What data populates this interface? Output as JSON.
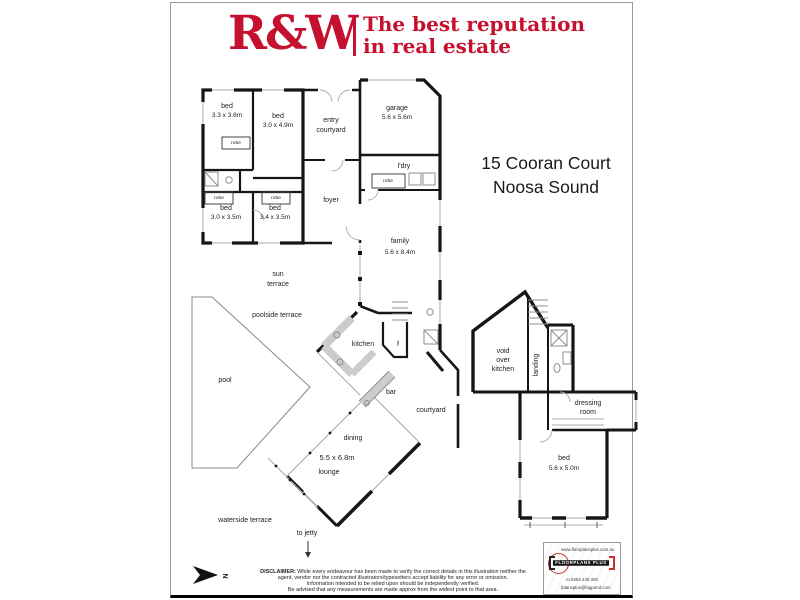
{
  "page": {
    "background": "#ffffff",
    "border_color": "#9a9a9a",
    "wall_color": "#161616"
  },
  "header": {
    "logo_text": "R&W",
    "tagline_line1": "The best reputation",
    "tagline_line2": "in real estate",
    "brand_red": "#c5112e"
  },
  "address": {
    "line1": "15 Cooran Court",
    "line2": "Noosa Sound"
  },
  "plan": {
    "ground": {
      "bed1": {
        "label": "bed",
        "dims": "3.3 x 3.6m"
      },
      "bed2": {
        "label": "bed",
        "dims": "3.0 x 4.9m"
      },
      "bed3": {
        "label": "bed",
        "dims": "3.0 x 3.5m"
      },
      "bed4": {
        "label": "bed",
        "dims": "3.4 x 3.5m"
      },
      "robe": "robe",
      "entry_line1": "entry",
      "entry_line2": "courtyard",
      "garage": {
        "label": "garage",
        "dims": "5.6 x 5.6m"
      },
      "laundry": "l'dry",
      "foyer": "foyer",
      "family": {
        "label": "family",
        "dims": "5.6 x 8.4m"
      },
      "sun_line1": "sun",
      "sun_line2": "terrace",
      "poolside_terrace": "poolside terrace",
      "pool": "pool",
      "kitchen": "kitchen",
      "fridge": "f",
      "bar": "bar",
      "courtyard": "courtyard",
      "dining": "dining",
      "dining_dims": "5.5 x 6.8m",
      "lounge": "lounge",
      "waterside_terrace": "waterside terrace",
      "to_jetty": "to jetty"
    },
    "upper": {
      "void_line1": "void",
      "void_line2": "over",
      "void_line3": "kitchen",
      "landing": "landing",
      "dressing_line1": "dressing",
      "dressing_line2": "room",
      "bed5": {
        "label": "bed",
        "dims": "5.6 x 5.0m"
      }
    },
    "north_label": "N"
  },
  "footer": {
    "disclaimer_lead": "DISCLAIMER:",
    "disclaimer_l1": "While every endeavour has been made to verify the correct details in this illustration neither the",
    "disclaimer_l2": "agent, vendor nor the contracted illustrators/typesetters accept liability for any error or omission.",
    "disclaimer_l3": "Information intended to be relied upon should be independently verified.",
    "disclaimer_l4": "Be advised that any measurements are made approx from the widest point to that area.",
    "vendor": {
      "website": "www.floorplansplus.com.au",
      "brand": "FLOORPLANS PLUS",
      "phone": "m 0404 430 300",
      "email": "fplansplus@bigpond.com"
    }
  }
}
